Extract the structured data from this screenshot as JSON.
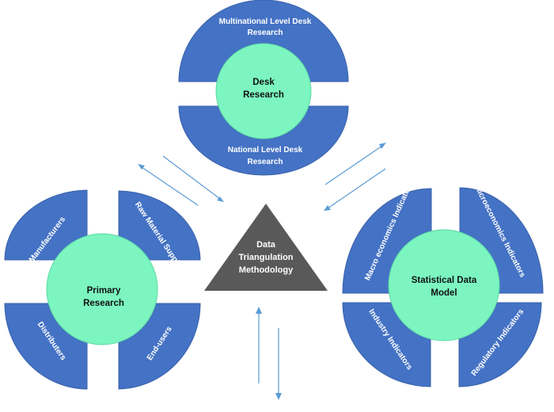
{
  "desk": {
    "hub": [
      "Desk",
      "Research"
    ],
    "top": [
      "Multinational Level Desk",
      "Research"
    ],
    "bottom": [
      "National Level Desk",
      "Research"
    ]
  },
  "center": [
    "Data",
    "Triangulation",
    "Methodology"
  ],
  "primary": {
    "hub": [
      "Primary",
      "Research"
    ],
    "top_left": "Manufacturers",
    "top_right": "Raw Material Suppliers",
    "bottom_left": "Distributers",
    "bottom_right": "End-users"
  },
  "statistical": {
    "hub": [
      "Statistical Data",
      "Model"
    ],
    "top_left": "Macro economics Indicators",
    "top_right": "Microeconomics Indicators",
    "bottom_left": "Industry Indicators",
    "bottom_right": "Regulatory Indicators"
  },
  "colors": {
    "segment": "#4472c4",
    "hub": "#7cf5c0",
    "triangle": "#595959",
    "arrow": "#5b9bd5"
  }
}
